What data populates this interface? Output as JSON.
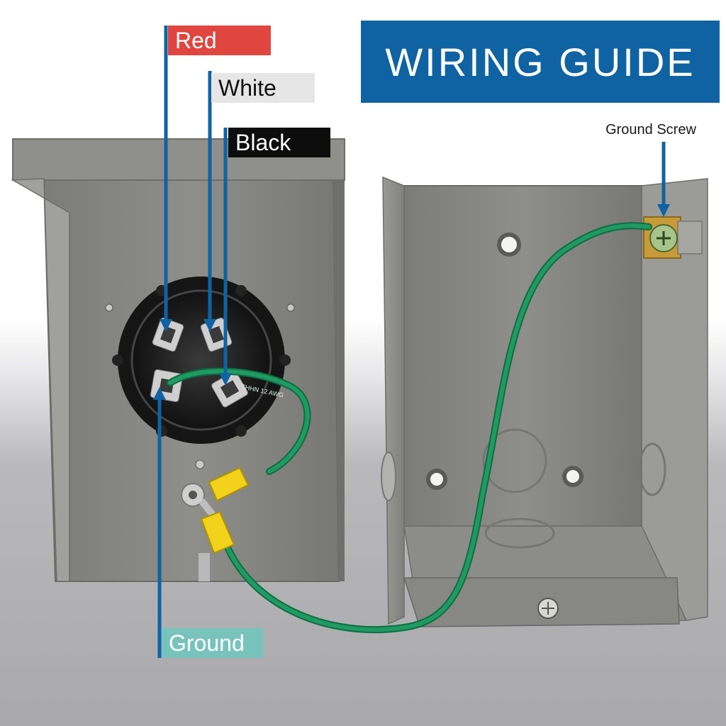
{
  "title": "WIRING GUIDE",
  "labels": {
    "red": {
      "text": "Red",
      "color": "#e0463f"
    },
    "white": {
      "text": "White",
      "color": "#e6e6e6"
    },
    "black": {
      "text": "Black",
      "color": "#0d0d0d"
    },
    "ground": {
      "text": "Ground",
      "color": "#79c3bd"
    },
    "ground_screw": {
      "text": "Ground Screw"
    }
  },
  "wire_marking": "THHN 12 AWG",
  "colors": {
    "banner": "#0f63a3",
    "leader": "#0f63a3",
    "ground_wire": "#1f9a62",
    "connector": "#f2d21a",
    "box": "#8a8a85"
  }
}
